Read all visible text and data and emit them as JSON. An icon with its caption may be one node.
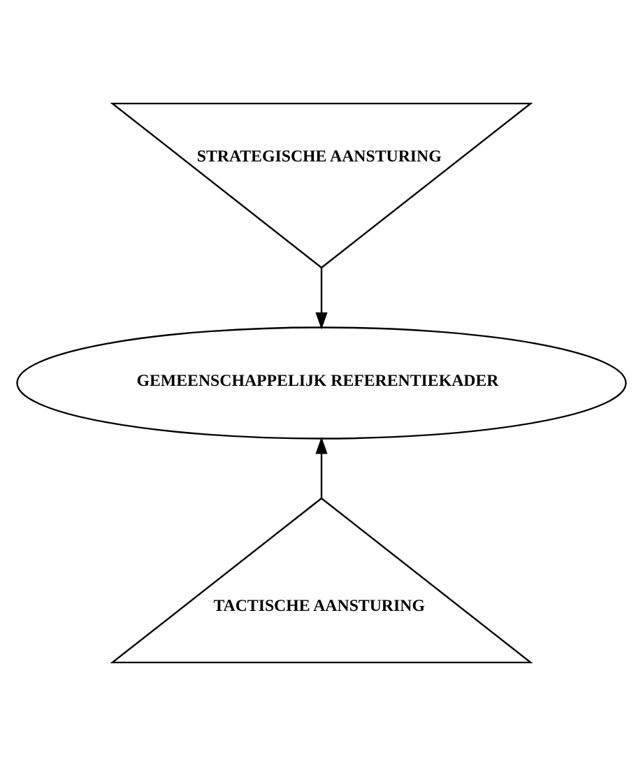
{
  "diagram": {
    "nodes": [
      {
        "text": [
          "STRATEGISCHE AANSTURING"
        ]
      },
      {
        "text": [
          "GEMEENSCHAPPELIJK REFERENTIEKADER"
        ]
      },
      {
        "text": [
          "TACTISCHE AANSTURING"
        ]
      }
    ],
    "edges": [
      {
        "from": 0,
        "to": 1,
        "arrow": "to"
      },
      {
        "from": 2,
        "to": 1,
        "arrow": "to"
      }
    ]
  }
}
